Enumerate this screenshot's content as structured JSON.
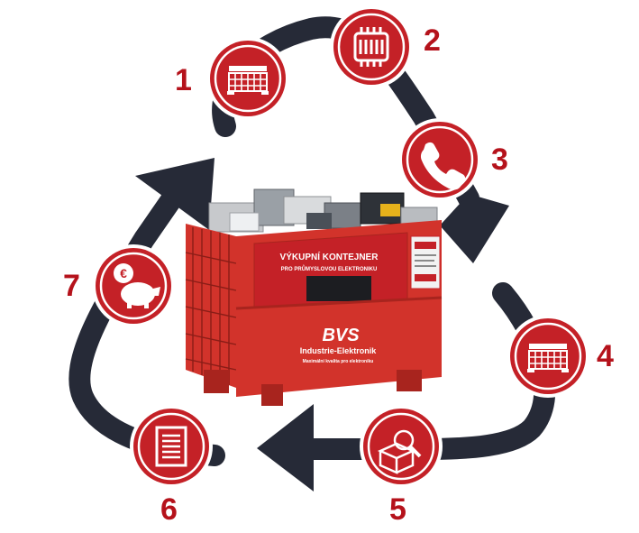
{
  "colors": {
    "arrow": "#262a37",
    "accent": "#c42127",
    "ring": "#ffffff",
    "container": "#d2332b",
    "container_dark": "#a8241e",
    "number": "#b5121b"
  },
  "steps": [
    {
      "number": "1",
      "icon": "container-icon"
    },
    {
      "number": "2",
      "icon": "chip-icon"
    },
    {
      "number": "3",
      "icon": "phone-icon"
    },
    {
      "number": "4",
      "icon": "container-icon"
    },
    {
      "number": "5",
      "icon": "inspection-icon"
    },
    {
      "number": "6",
      "icon": "document-icon"
    },
    {
      "number": "7",
      "icon": "piggy-bank-icon"
    }
  ],
  "container": {
    "title": "VÝKUPNÍ KONTEJNER",
    "subtitle": "PRO PRŮMYSLOVOU ELEKTRONIKU",
    "logo": "BVS",
    "brand": "Industrie-Elektronik",
    "tagline": "Maximální kvalita pro elektroniku",
    "currency_symbol": "€"
  }
}
